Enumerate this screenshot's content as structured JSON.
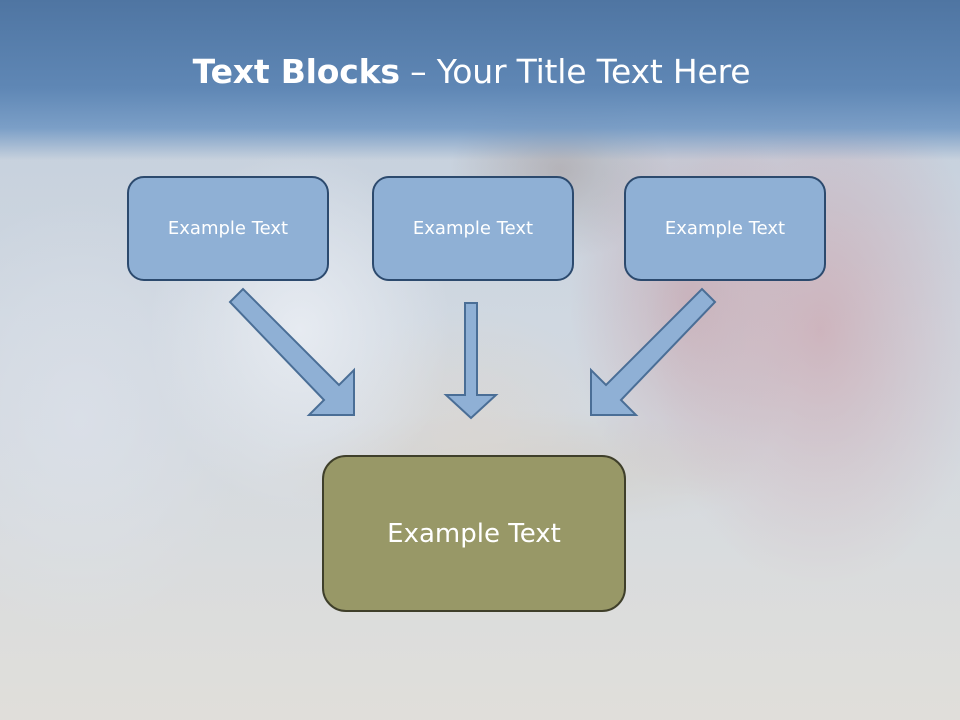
{
  "title": {
    "bold": "Text Blocks",
    "separator": " – ",
    "rest": "Your Title Text Here"
  },
  "top_boxes": [
    {
      "label": "Example Text"
    },
    {
      "label": "Example Text"
    },
    {
      "label": "Example Text"
    }
  ],
  "bottom_box": {
    "label": "Example Text"
  },
  "colors": {
    "header": "#5a82b0",
    "top_box_fill": "#8fb0d5",
    "top_box_border": "#2c4a6e",
    "bottom_box_fill": "#989867",
    "bottom_box_border": "#3f3f2a",
    "arrow_fill": "#8fb0d5",
    "arrow_stroke": "#4a6e96"
  }
}
